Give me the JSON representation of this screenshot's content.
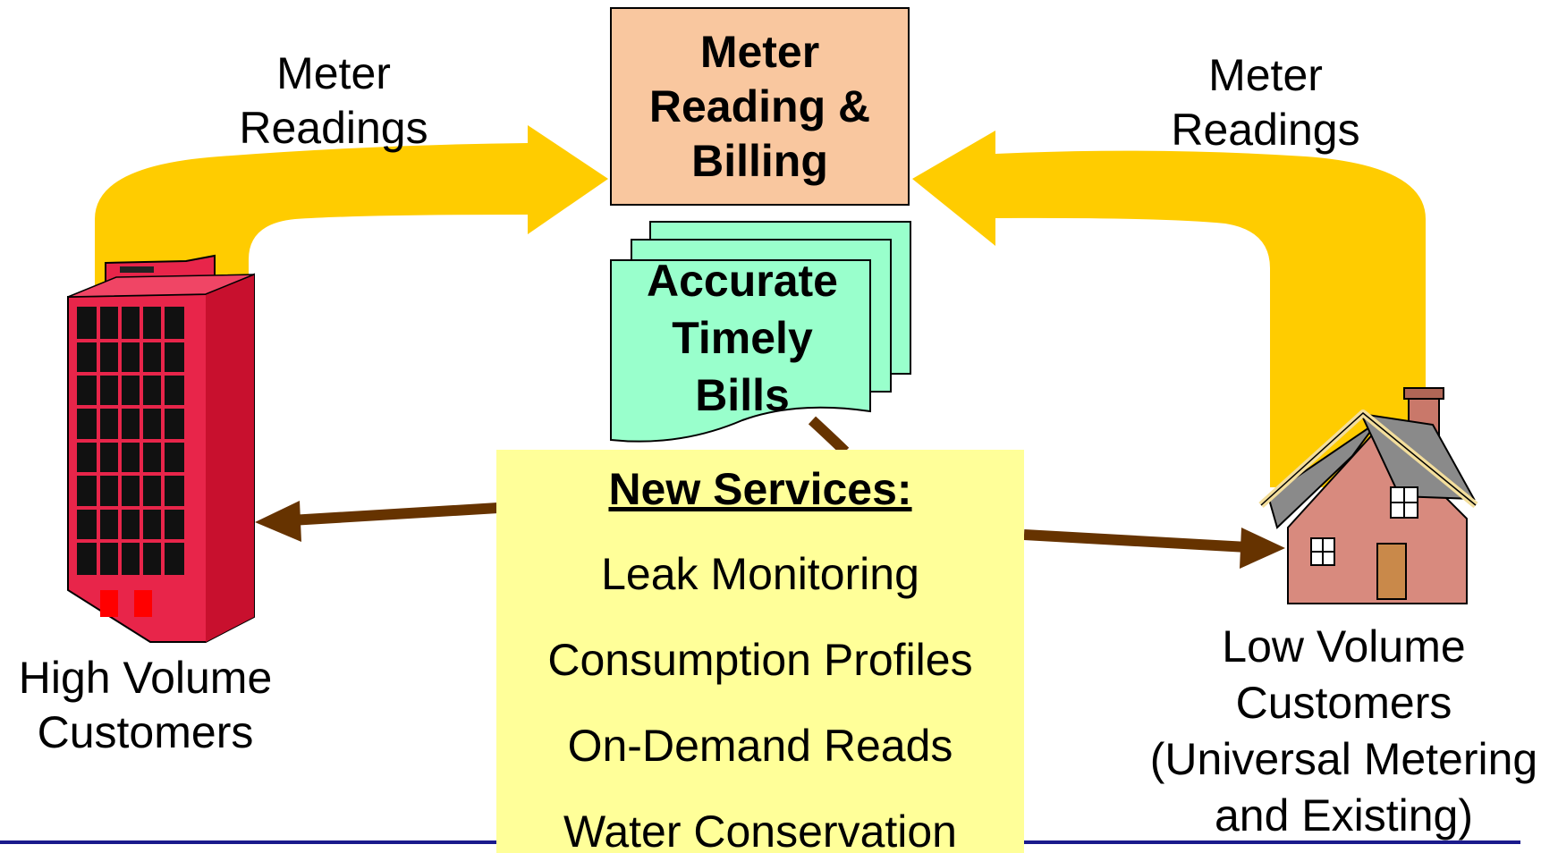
{
  "diagram": {
    "center": {
      "billing_lines": [
        "Meter",
        "Reading &",
        "Billing"
      ],
      "bills_lines": [
        "Accurate",
        "Timely",
        "Bills"
      ]
    },
    "left_arrow_label": [
      "Meter",
      "Readings"
    ],
    "right_arrow_label": [
      "Meter",
      "Readings"
    ],
    "left_node": {
      "icon": "office-building-icon",
      "label_lines": [
        "High Volume",
        "Customers"
      ]
    },
    "right_node": {
      "icon": "house-icon",
      "label_lines": [
        "Low Volume",
        "Customers",
        "(Universal Metering",
        "and Existing)"
      ]
    },
    "services": {
      "title": "New Services:",
      "items": [
        "Leak Monitoring",
        "Consumption Profiles",
        "On-Demand Reads",
        "Water Conservation"
      ]
    },
    "colors": {
      "readings_arrow": "#FFCC00",
      "billing_box": "#F9C79F",
      "bills": "#99FFCC",
      "services_box": "#FFFF99",
      "service_arrows": "#663300",
      "building": "#E8254A",
      "house_wall": "#D88A7E",
      "house_roof": "#8A8A8A",
      "footer_rule": "#1A1A8C"
    }
  }
}
